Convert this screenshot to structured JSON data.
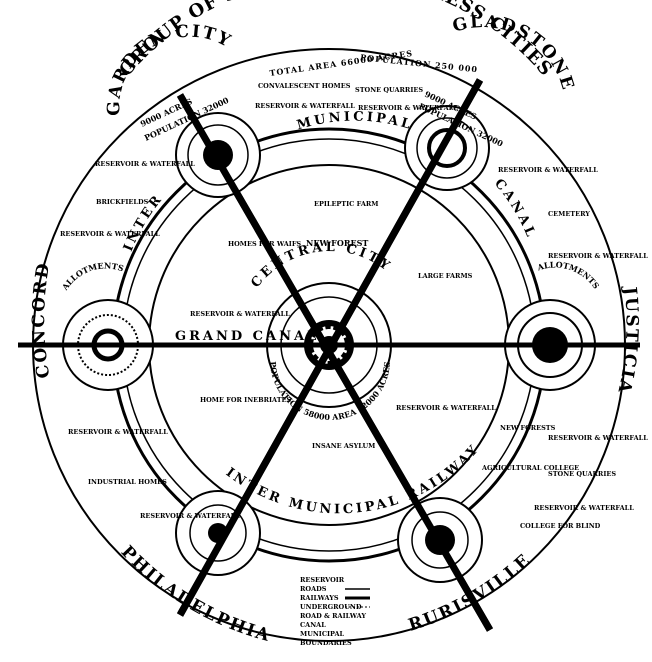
{
  "title": {
    "main": "GROUP OF SLUMLESS SMOKELESS CITIES",
    "total_area": "TOTAL AREA 66000 ACRES",
    "population": "POPULATION 250 000"
  },
  "central_city": {
    "name": "CENTRAL CITY",
    "ring_text": "POPULATION 58000 AREA 12000 ACRES"
  },
  "rings": {
    "municipal": "MUNICIPAL",
    "canal": "CANAL",
    "inter": "INTER",
    "allotments_left": "ALLOTMENTS",
    "allotments_right": "ALLOTMENTS",
    "grand_canal": "GRAND CANAL",
    "inter_municipal_railway": "INTER MUNICIPAL RAILWAY"
  },
  "satellite_cities": {
    "top_left": "GARDEN CITY",
    "top_right": "GLADSTONE",
    "left": "CONCORD",
    "right": "JUSTICIA",
    "bottom_left": "PHILADELPHIA",
    "bottom_right": "RURISVILLE"
  },
  "city_details": {
    "gc_acres": "9000 ACRES",
    "gc_pop": "POPULATION 32000",
    "gl_acres": "9000 ACRES",
    "gl_pop": "POPULATION 32000"
  },
  "labels": {
    "convalescent_homes": "CONVALESCENT HOMES",
    "stone_quarries": "STONE QUARRIES",
    "reservoir_waterfall_1": "RESERVOIR & WATERFALL",
    "reservoir_waterfall_2": "RESERVOIR & WATERFALL",
    "reservoir_waterfall_3": "RESERVOIR & WATERFALL",
    "reservoir_waterfall_4": "RESERVOIR & WATERFALL",
    "reservoir_waterfall_5": "RESERVOIR & WATERFALL",
    "reservoir_waterfall_6": "RESERVOIR & WATERFALL",
    "reservoir_waterfall_7": "RESERVOIR & WATERFALL",
    "reservoir_waterfall_8": "RESERVOIR & WATERFALL",
    "reservoir_waterfall_9": "RESERVOIR & WATERFALL",
    "reservoir_waterfall_10": "RESERVOIR & WATERFALL",
    "reservoir_waterfall_11": "RESERVOIR & WATERFALL",
    "reservoir_waterfall_12": "RESERVOIR & WATERFALL",
    "brickfields": "BRICKFIELDS",
    "cemetery": "CEMETERY",
    "epileptic_farm": "EPILEPTIC FARM",
    "new_forest": "NEW FOREST",
    "homes_for_waifs": "HOMES FOR WAIFS",
    "large_farms": "LARGE FARMS",
    "home_for_inebriates": "HOME FOR INEBRIATES",
    "insane_asylum": "INSANE ASYLUM",
    "new_forests": "NEW FORESTS",
    "agricultural_college": "AGRICULTURAL COLLEGE",
    "stone_quarries_2": "STONE QUARRIES",
    "industrial_homes": "INDUSTRIAL HOMES",
    "college_for_blind": "COLLEGE FOR BLIND",
    "bottom_list": [
      "RESERVOIR",
      "ROADS",
      "RAILWAYS",
      "UNDERGROUND",
      "ROAD & RAILWAY",
      "CANAL",
      "MUNICIPAL",
      "BOUNDARIES"
    ]
  },
  "colors": {
    "ink": "#000000",
    "paper": "#ffffff"
  }
}
